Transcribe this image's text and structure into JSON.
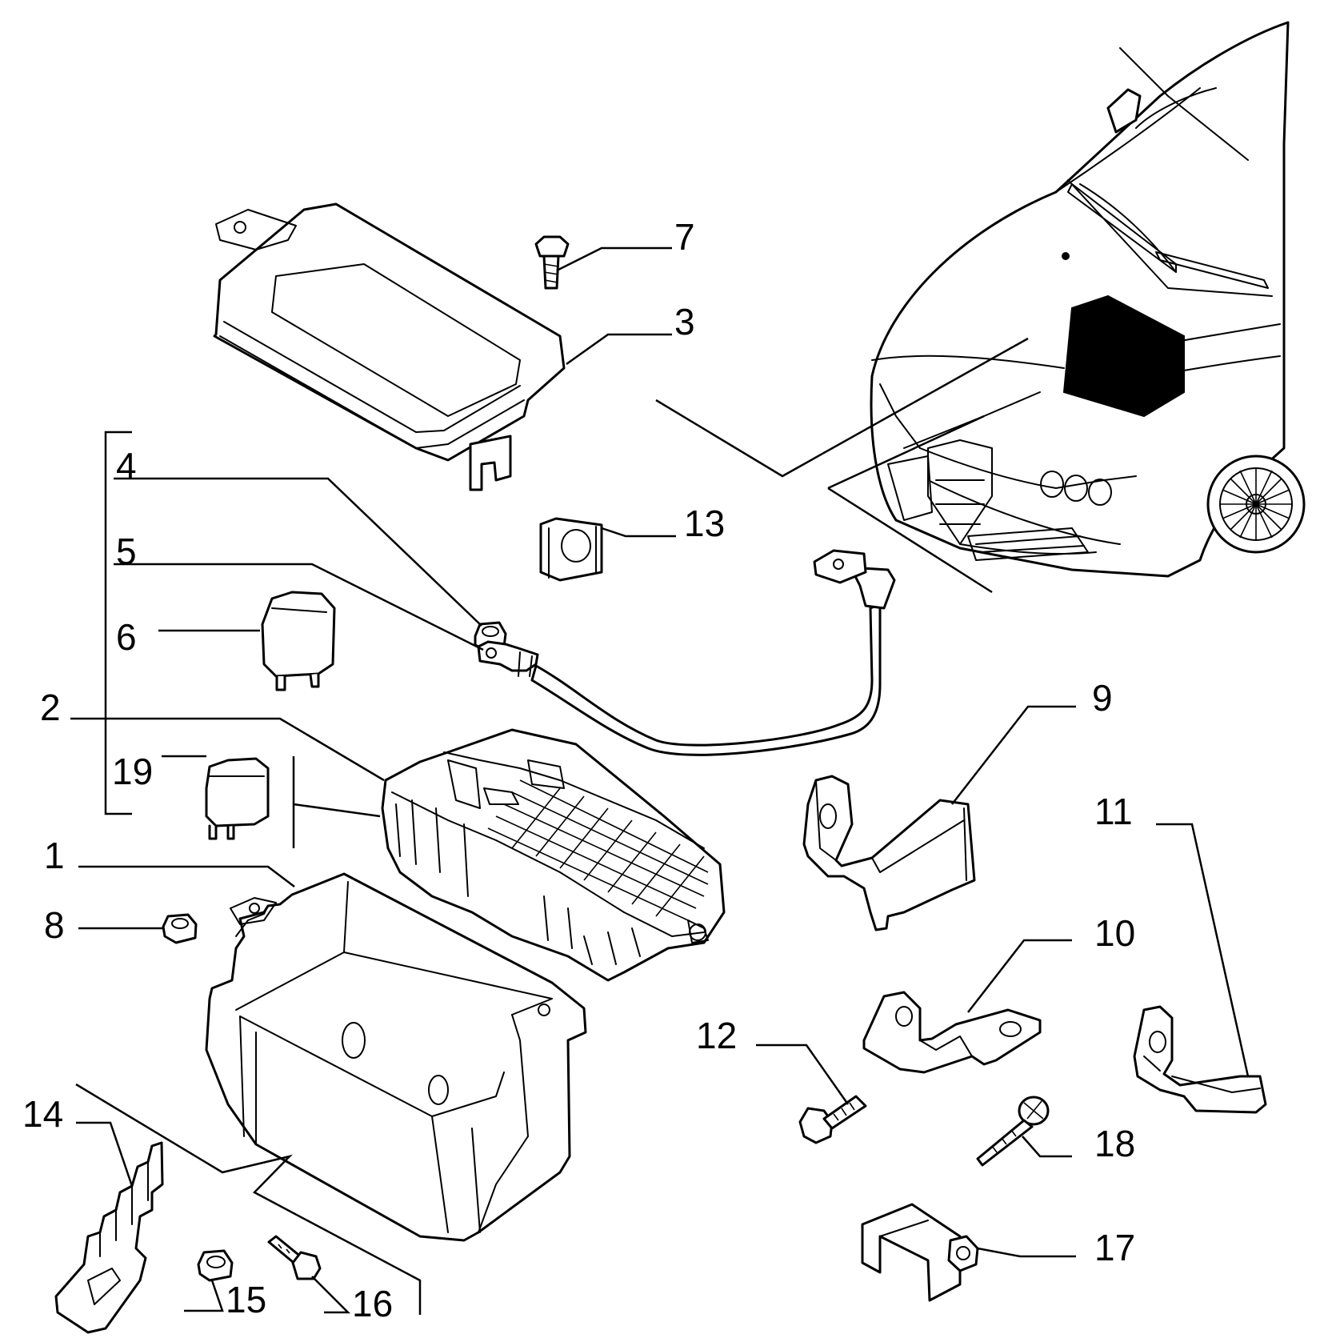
{
  "labels": {
    "l1": "1",
    "l2": "2",
    "l3": "3",
    "l4": "4",
    "l5": "5",
    "l6": "6",
    "l7": "7",
    "l8": "8",
    "l9": "9",
    "l10": "10",
    "l11": "11",
    "l12": "12",
    "l13": "13",
    "l14": "14",
    "l15": "15",
    "l16": "16",
    "l17": "17",
    "l18": "18",
    "l19": "19"
  },
  "icons": {
    "car": "car-front-icon",
    "fusebox": "fuse-box-icon"
  }
}
